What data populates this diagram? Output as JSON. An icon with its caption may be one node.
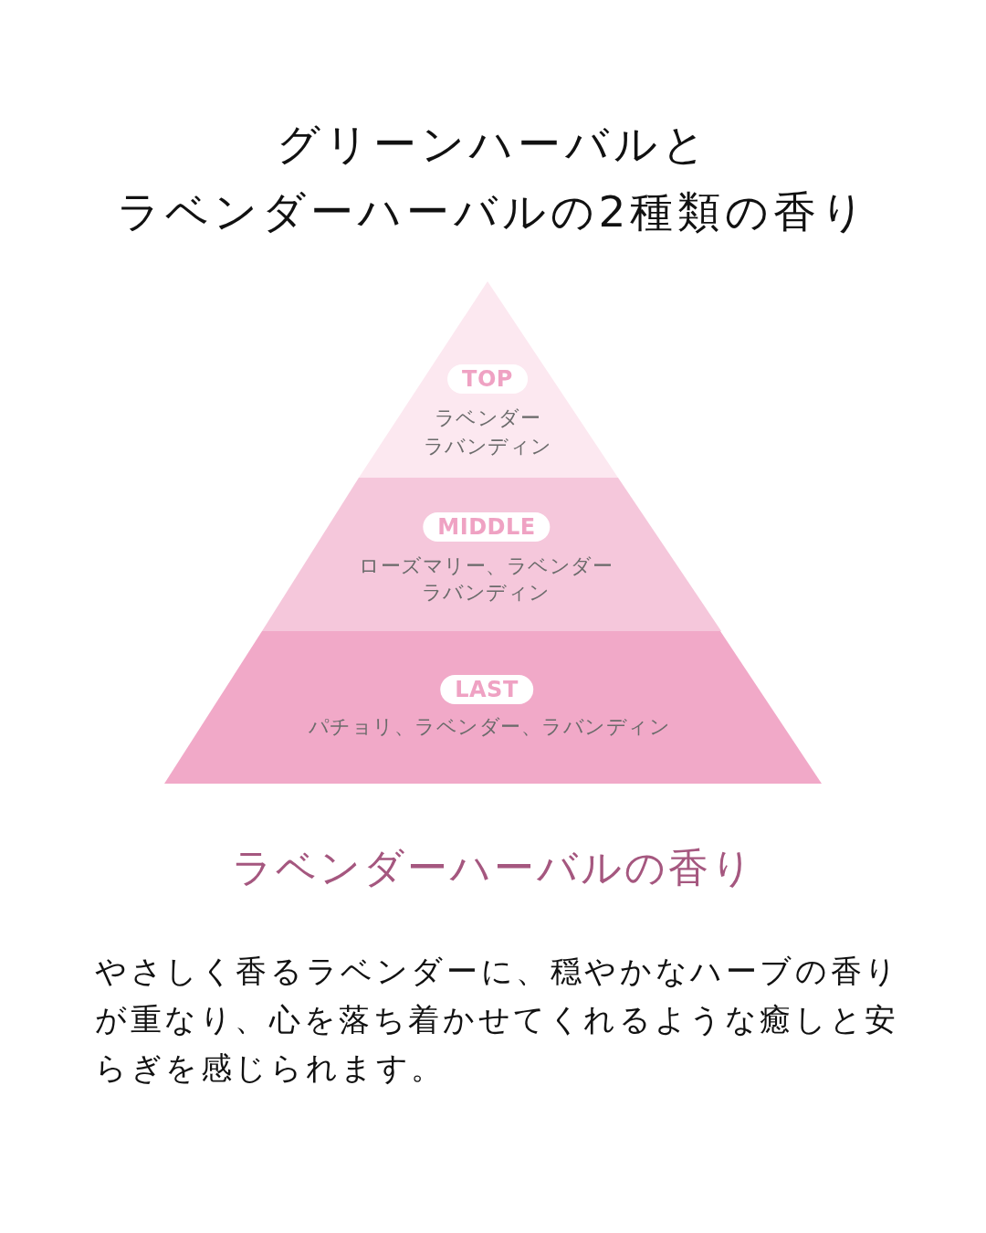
{
  "diagram": {
    "title": "グリーンハーバルとラベンダーハーバルの2種類の香り",
    "nodes": [
      {
        "text": [
          "ラベンダー",
          "ラバンディン"
        ]
      },
      {
        "text": [
          "TOP"
        ],
        "in": 0
      },
      {
        "text": [
          "ローズマリー、ラベンダー",
          "ラバンディン"
        ]
      },
      {
        "text": [
          "MIDDLE"
        ],
        "in": 2
      },
      {
        "text": [
          "パチョリ、ラベンダー、ラバンディン"
        ]
      },
      {
        "text": [
          "LAST"
        ],
        "in": 4
      }
    ],
    "labels": [
      "ラベンダーハーバルの香り",
      "やさしく香るラベンダーに、穏やかなハーブの香りが重なり、心を落ち着かせてくれるような癒しと安らぎを感じられます。"
    ]
  }
}
